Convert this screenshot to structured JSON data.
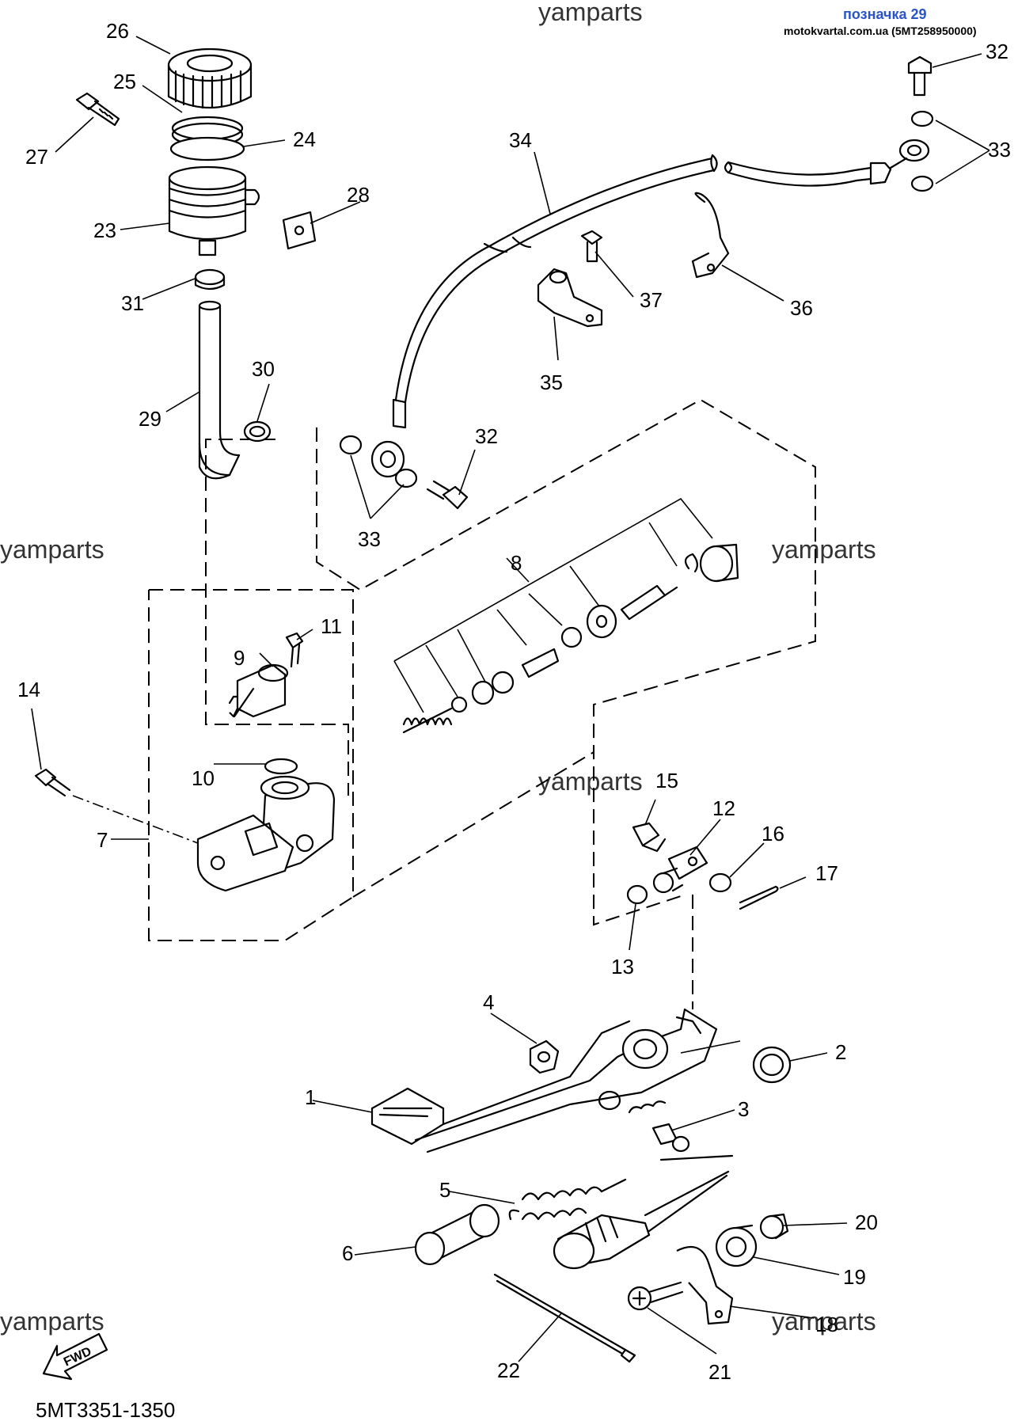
{
  "header": {
    "watermark_top": "yamparts",
    "ref_label": "позначка 29",
    "ref_site": "motokvartal.com.ua (5MT258950000)"
  },
  "watermarks": [
    "yamparts",
    "yamparts",
    "yamparts",
    "yamparts",
    "yamparts"
  ],
  "fwd_label": "FWD",
  "diagram_code": "5MT3351-1350",
  "callouts": [
    "1",
    "2",
    "3",
    "4",
    "5",
    "6",
    "7",
    "8",
    "9",
    "10",
    "11",
    "12",
    "13",
    "14",
    "15",
    "16",
    "17",
    "18",
    "19",
    "20",
    "21",
    "22",
    "23",
    "24",
    "25",
    "26",
    "27",
    "28",
    "29",
    "30",
    "31",
    "32",
    "32",
    "33",
    "33",
    "34",
    "35",
    "36",
    "37"
  ]
}
